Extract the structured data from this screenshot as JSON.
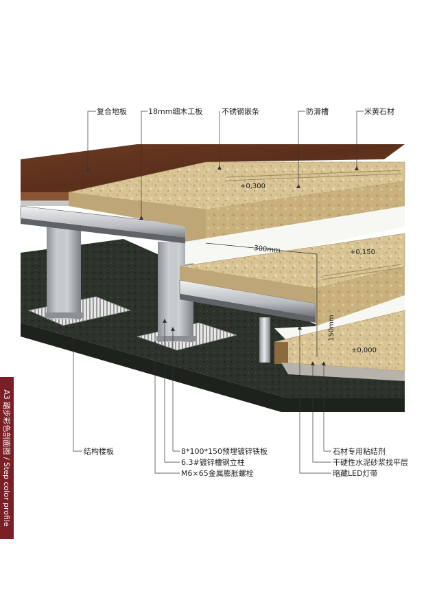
{
  "side_tab": {
    "text": "A3  踏步彩色剖面图  /  Step color profile"
  },
  "top_labels": [
    "复合地板",
    "18mm细木工板",
    "不锈钢嵌条",
    "防滑槽",
    "米黄石材"
  ],
  "levels": [
    "+0,300",
    "+0,150",
    "±0,000"
  ],
  "dimensions": {
    "tread": "300mm",
    "riser": "150mm"
  },
  "bottom_labels": {
    "structure_slab": "结构楼板",
    "embedded_plate": "8*100*150预埋镀锌铁板",
    "steel_post": "6.3#镀锌槽钢立柱",
    "expansion_bolt": "M6×65金属膨胀螺栓",
    "stone_adhesive": "石材专用粘结剂",
    "dry_mortar": "干硬性水泥砂浆找平层",
    "led_strip": "暗藏LED灯带"
  }
}
